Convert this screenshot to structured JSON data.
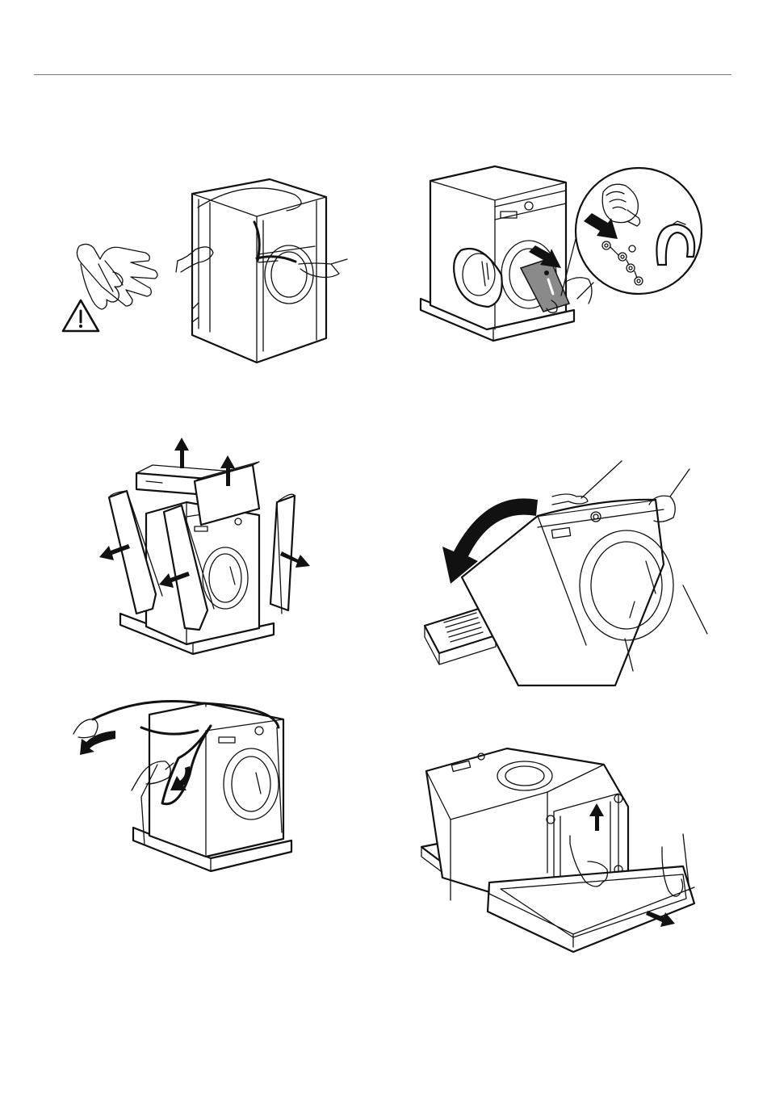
{
  "colors": {
    "ink": "#111111",
    "rule": "#7a7a7a",
    "background": "#ffffff",
    "bag": "#8a8a8a"
  },
  "icons": [
    "gloves-icon",
    "warning-triangle-icon",
    "arrow-icon",
    "info-icon"
  ],
  "steps": [
    {
      "panel": "wear-gloves-cut-straps"
    },
    {
      "panel": "remove-accessory-bag"
    },
    {
      "panel": "remove-corner-protectors"
    },
    {
      "panel": "tilt-machine-backwards"
    },
    {
      "panel": "remove-plastic-cover"
    },
    {
      "panel": "remove-base"
    }
  ]
}
